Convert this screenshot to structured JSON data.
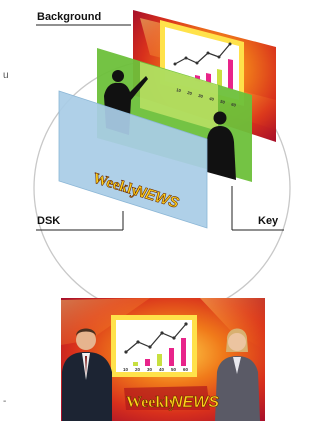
{
  "labels": {
    "background": "Background",
    "dsk": "DSK",
    "key": "Key"
  },
  "graphic": {
    "brand_plain": "Weekly",
    "brand_bold": "NEWS"
  },
  "chart_ticks": [
    "10",
    "20",
    "30",
    "40",
    "50",
    "60"
  ],
  "edge_marks": {
    "top": "u",
    "bottom": "-"
  },
  "colors": {
    "background_layer": "#d83018",
    "key_layer": "#6dc03a",
    "dsk_layer": "#a9cce6",
    "circle": "#c8c8c8",
    "brand_yellow": "#ffd21a",
    "bar_magenta": "#e8248a",
    "bar_yellow_green": "#c8e040"
  }
}
